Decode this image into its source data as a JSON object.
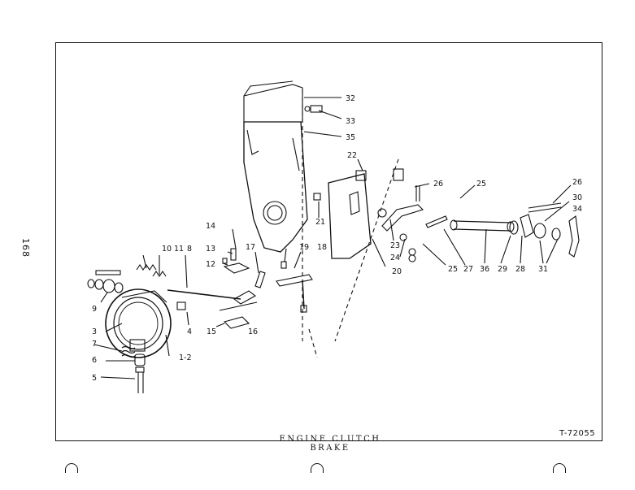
{
  "page_number": "168",
  "caption": "ENGINE CLUTCH BRAKE",
  "figure_code": "T-72055",
  "part_labels": [
    {
      "id": "32",
      "text": "32"
    },
    {
      "id": "33",
      "text": "33"
    },
    {
      "id": "35",
      "text": "35"
    },
    {
      "id": "22",
      "text": "22"
    },
    {
      "id": "26a",
      "text": "26"
    },
    {
      "id": "25a",
      "text": "25"
    },
    {
      "id": "26b",
      "text": "26"
    },
    {
      "id": "30",
      "text": "30"
    },
    {
      "id": "34",
      "text": "34"
    },
    {
      "id": "21",
      "text": "21"
    },
    {
      "id": "14",
      "text": "14"
    },
    {
      "id": "13",
      "text": "13"
    },
    {
      "id": "12",
      "text": "12"
    },
    {
      "id": "17",
      "text": "17"
    },
    {
      "id": "19",
      "text": "19"
    },
    {
      "id": "18",
      "text": "18"
    },
    {
      "id": "23",
      "text": "23"
    },
    {
      "id": "24",
      "text": "24"
    },
    {
      "id": "20",
      "text": "20"
    },
    {
      "id": "25b",
      "text": "25"
    },
    {
      "id": "27",
      "text": "27"
    },
    {
      "id": "36",
      "text": "36"
    },
    {
      "id": "29",
      "text": "29"
    },
    {
      "id": "28",
      "text": "28"
    },
    {
      "id": "31",
      "text": "31"
    },
    {
      "id": "10",
      "text": "10"
    },
    {
      "id": "11",
      "text": "11"
    },
    {
      "id": "8",
      "text": "8"
    },
    {
      "id": "9",
      "text": "9"
    },
    {
      "id": "4",
      "text": "4"
    },
    {
      "id": "15",
      "text": "15"
    },
    {
      "id": "16",
      "text": "16"
    },
    {
      "id": "3",
      "text": "3"
    },
    {
      "id": "7",
      "text": "7"
    },
    {
      "id": "1-2",
      "text": "1-2"
    },
    {
      "id": "6",
      "text": "6"
    },
    {
      "id": "5",
      "text": "5"
    }
  ]
}
